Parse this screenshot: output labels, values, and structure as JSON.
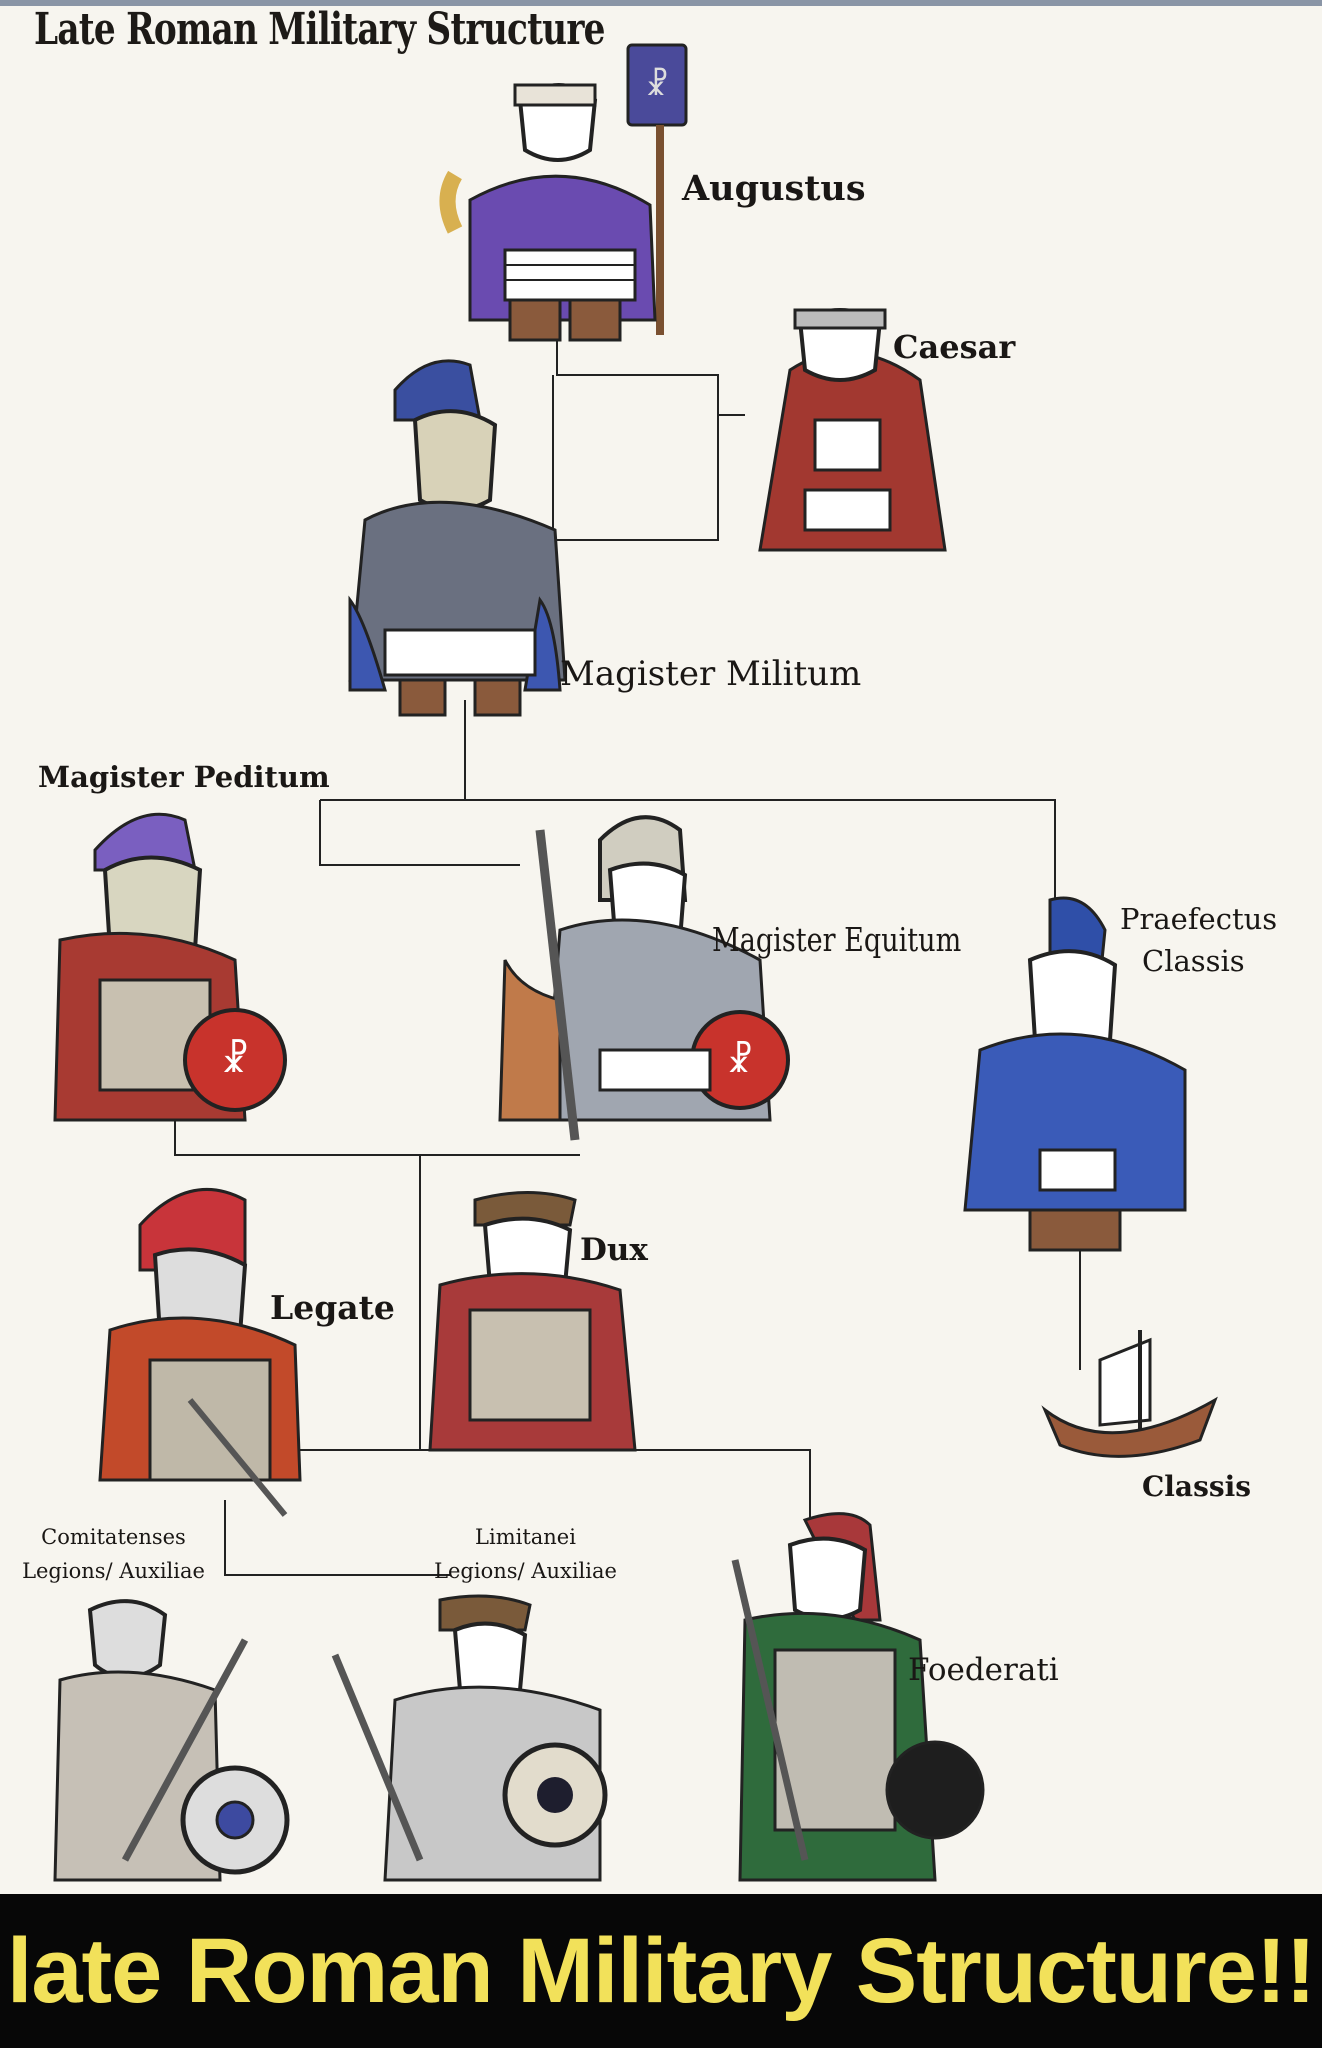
{
  "diagram": {
    "title": "Late Roman Military Structure",
    "nodes": {
      "augustus": "Augustus",
      "caesar": "Caesar",
      "magister_militum": "Magister Militum",
      "magister_peditum": "Magister Peditum",
      "magister_equitum": "Magister Equitum",
      "praefectus_classis_line1": "Praefectus",
      "praefectus_classis_line2": "Classis",
      "legate": "Legate",
      "dux": "Dux",
      "classis": "Classis",
      "comitatenses_line1": "Comitatenses",
      "comitatenses_line2": "Legions/ Auxiliae",
      "limitanei_line1": "Limitanei",
      "limitanei_line2": "Legions/ Auxiliae",
      "foederati": "Foederati"
    },
    "figure_icons": [
      "emperor-figure-icon",
      "caesar-figure-icon",
      "magister-militum-figure-icon",
      "magister-peditum-figure-icon",
      "magister-equitum-figure-icon",
      "praefectus-figure-icon",
      "legate-figure-icon",
      "dux-figure-icon",
      "ship-icon",
      "comitatenses-figure-icon",
      "limitanei-figure-icon",
      "foederati-figure-icon"
    ]
  },
  "banner": {
    "text": "late Roman Military Structure!!"
  },
  "colors": {
    "banner_bg": "#070707",
    "banner_text": "#f2e15a",
    "purple": "#6a4bb0",
    "red": "#b0322c",
    "blue": "#2f4fa8",
    "green": "#2f6b3c"
  }
}
